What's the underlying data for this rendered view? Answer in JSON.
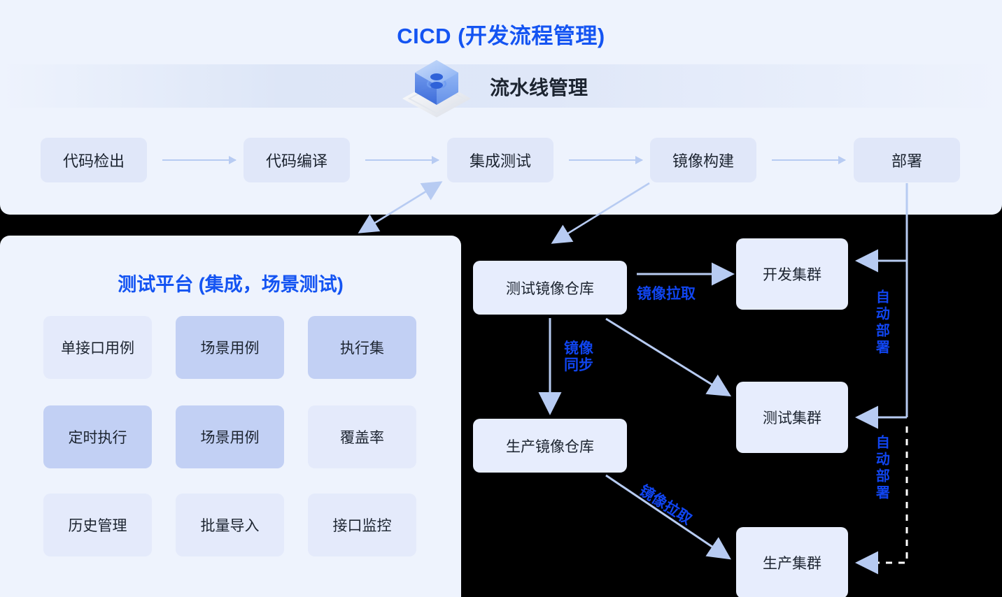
{
  "header": {
    "title": "CICD (开发流程管理)",
    "pipeline_label": "流水线管理",
    "icon": "pipeline-cube-icon"
  },
  "pipeline": {
    "steps": [
      {
        "label": "代码检出"
      },
      {
        "label": "代码编译"
      },
      {
        "label": "集成测试"
      },
      {
        "label": "镜像构建"
      },
      {
        "label": "部署"
      }
    ]
  },
  "test_platform": {
    "title": "测试平台 (集成，场景测试)",
    "cells": [
      {
        "label": "单接口用例",
        "tone": "light"
      },
      {
        "label": "场景用例",
        "tone": "dark"
      },
      {
        "label": "执行集",
        "tone": "dark"
      },
      {
        "label": "定时执行",
        "tone": "dark"
      },
      {
        "label": "场景用例",
        "tone": "dark"
      },
      {
        "label": "覆盖率",
        "tone": "light"
      },
      {
        "label": "历史管理",
        "tone": "light"
      },
      {
        "label": "批量导入",
        "tone": "light"
      },
      {
        "label": "接口监控",
        "tone": "light"
      }
    ]
  },
  "registries": [
    {
      "label": "测试镜像仓库"
    },
    {
      "label": "生产镜像仓库"
    }
  ],
  "clusters": [
    {
      "label": "开发集群"
    },
    {
      "label": "测试集群"
    },
    {
      "label": "生产集群"
    }
  ],
  "edge_labels": {
    "pull_to_dev": "镜像拉取",
    "image_sync": "镜像\n同步",
    "pull_to_prod": "镜像拉取",
    "auto_deploy_1": "自动部署",
    "auto_deploy_2": "自动部署"
  },
  "colors": {
    "accent_blue": "#1454f2",
    "panel_bg": "#eef3fd",
    "box_bg": "#e7edfd",
    "cell_light": "#e4eafb",
    "cell_dark": "#c2d0f4",
    "arrow": "#b7cbf2",
    "backdrop": "#000000"
  }
}
